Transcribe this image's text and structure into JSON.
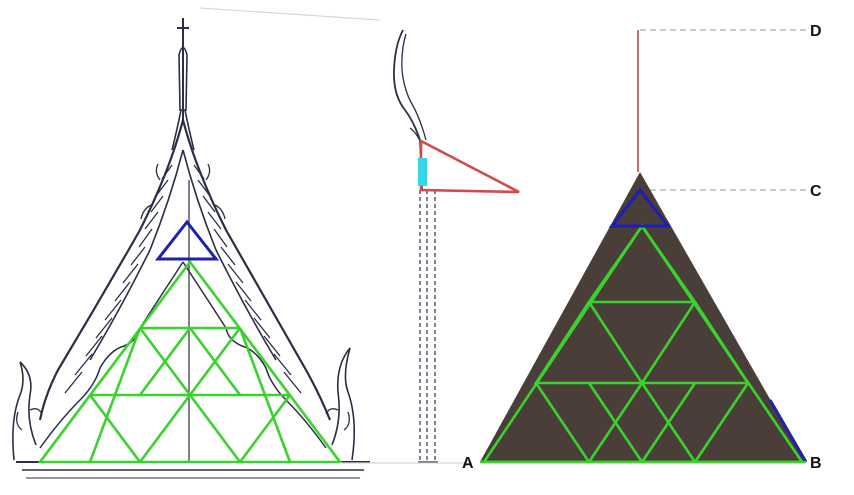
{
  "labels": {
    "a": "A",
    "b": "B",
    "c": "C",
    "d": "D"
  },
  "colors": {
    "sketch": "#2a2f45",
    "green_grid": "#3bd12f",
    "blue_triangle": "#1f1fb0",
    "red_triangle": "#d44a4a",
    "cyan_bar": "#33d6e6",
    "solid_fill": "#4a3e38",
    "red_axis": "#b84848",
    "guide_dash": "#b8b8b8"
  }
}
